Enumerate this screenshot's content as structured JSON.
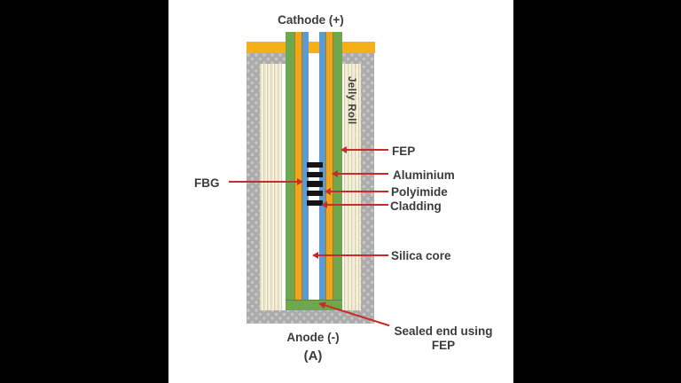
{
  "figure": {
    "top_terminal": "Cathode (+)",
    "bottom_terminal": "Anode (-)",
    "caption": "(A)",
    "jelly_roll": "Jelly Roll"
  },
  "annotations": {
    "fbg": "FBG",
    "right": [
      "FEP",
      "Aluminium",
      "Polyimide",
      "Cladding",
      "Silica core"
    ],
    "sealed_end": {
      "line1": "Sealed end using",
      "line2": "FEP"
    }
  },
  "fbg": {
    "bar_count": 5
  },
  "palette": {
    "cap_yellow": "#F5AF19",
    "layer_green": "#6FA74F",
    "layer_yellow": "#EFA51C",
    "layer_blue": "#5B9BD5",
    "can_gray": "#ABABAB",
    "can_dot_gray": "#C6C6C6",
    "jelly_cream": "#F1EAD2",
    "jelly_stripe": "#D9CCA4",
    "arrow_red": "#C92A2A",
    "fbg_black": "#151515",
    "text_dark": "#3B3B3B"
  }
}
